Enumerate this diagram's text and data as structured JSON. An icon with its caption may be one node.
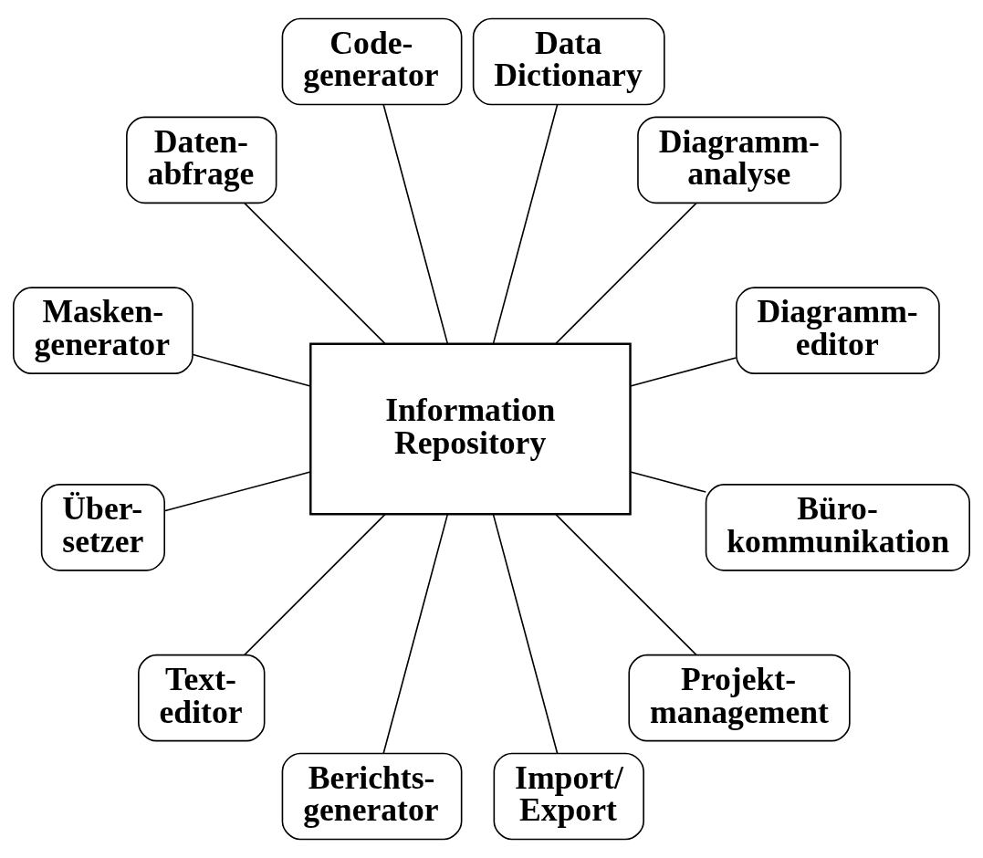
{
  "diagram": {
    "nodes": [
      {
        "text": [
          "Diagramm- editor"
        ]
      },
      {
        "text": [
          "Diagramm- analyse"
        ]
      },
      {
        "text": [
          "Data Dictionary"
        ]
      },
      {
        "text": [
          "Code- generator"
        ]
      },
      {
        "text": [
          "Daten- abfrage"
        ]
      },
      {
        "text": [
          "Information Repository"
        ]
      },
      {
        "text": [
          "Masken- generator"
        ]
      },
      {
        "text": [
          "Über- setzer"
        ]
      },
      {
        "text": [
          "Text- editor"
        ]
      },
      {
        "text": [
          "Berichts- generator"
        ]
      },
      {
        "text": [
          "Import/ Export"
        ]
      },
      {
        "text": [
          "Projekt- management"
        ]
      },
      {
        "text": [
          "Büro- kommunikation"
        ]
      }
    ],
    "edges": [
      {
        "from": 5,
        "to": 0,
        "arrow": "none"
      },
      {
        "from": 5,
        "to": 1,
        "arrow": "none"
      },
      {
        "from": 5,
        "to": 2,
        "arrow": "none"
      },
      {
        "from": 5,
        "to": 3,
        "arrow": "none"
      },
      {
        "from": 5,
        "to": 4,
        "arrow": "none"
      },
      {
        "from": 5,
        "to": 6,
        "arrow": "none"
      },
      {
        "from": 5,
        "to": 7,
        "arrow": "none"
      },
      {
        "from": 5,
        "to": 8,
        "arrow": "none"
      },
      {
        "from": 5,
        "to": 9,
        "arrow": "none"
      },
      {
        "from": 5,
        "to": 10,
        "arrow": "none"
      },
      {
        "from": 5,
        "to": 11,
        "arrow": "none"
      },
      {
        "from": 5,
        "to": 12,
        "arrow": "none"
      }
    ]
  }
}
